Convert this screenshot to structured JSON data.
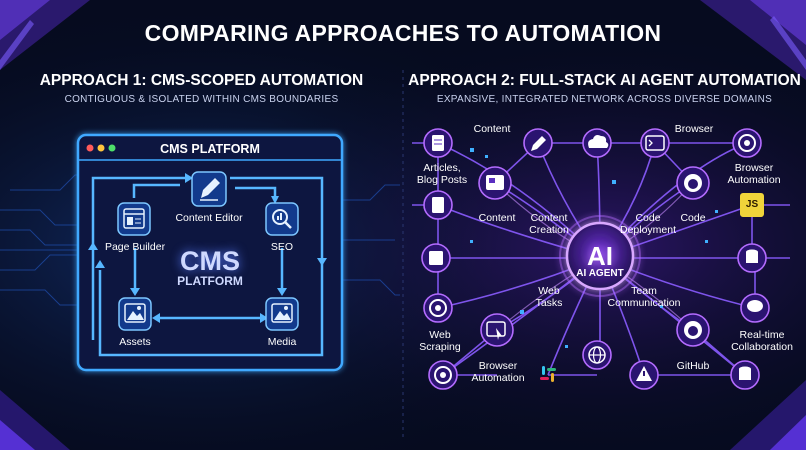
{
  "title": "COMPARING APPROACHES TO AUTOMATION",
  "approach1": {
    "heading": "APPROACH 1: CMS-SCOPED AUTOMATION",
    "subheading": "CONTIGUOUS & ISOLATED WITHIN CMS BOUNDARIES",
    "box_title": "CMS PLATFORM",
    "center_big": "CMS",
    "center_small": "PLATFORM",
    "nodes": {
      "content_editor": "Content Editor",
      "page_builder": "Page Builder",
      "seo": "SEO",
      "assets": "Assets",
      "media": "Media"
    }
  },
  "approach2": {
    "heading": "APPROACH 2: FULL-STACK AI AGENT AUTOMATION",
    "subheading": "EXPANSIVE, INTEGRATED NETWORK ACROSS DIVERSE DOMAINS",
    "hub_big": "AI",
    "hub_small": "AI AGENT",
    "labels": {
      "content_top": "Content",
      "browser_top": "Browser",
      "articles": "Articles,\nBlog Posts",
      "browser_automation_r": "Browser\nAutomation",
      "content_mid": "Content",
      "content_creation": "Content\nCreation",
      "code_deployment": "Code\nDeployment",
      "code": "Code",
      "web_tasks": "Web\nTasks",
      "team_communication": "Team\nCommunication",
      "web_scraping": "Web\nScraping",
      "real_time": "Real-time\nCollaboration",
      "browser_automation_b": "Browser\nAutomation",
      "github": "GitHub"
    },
    "js_badge": "JS"
  },
  "colors": {
    "background": "#060b1f",
    "cms_accent": "#3fa9ff",
    "agent_accent": "#b46cff",
    "agent_line": "#8a5cff"
  }
}
